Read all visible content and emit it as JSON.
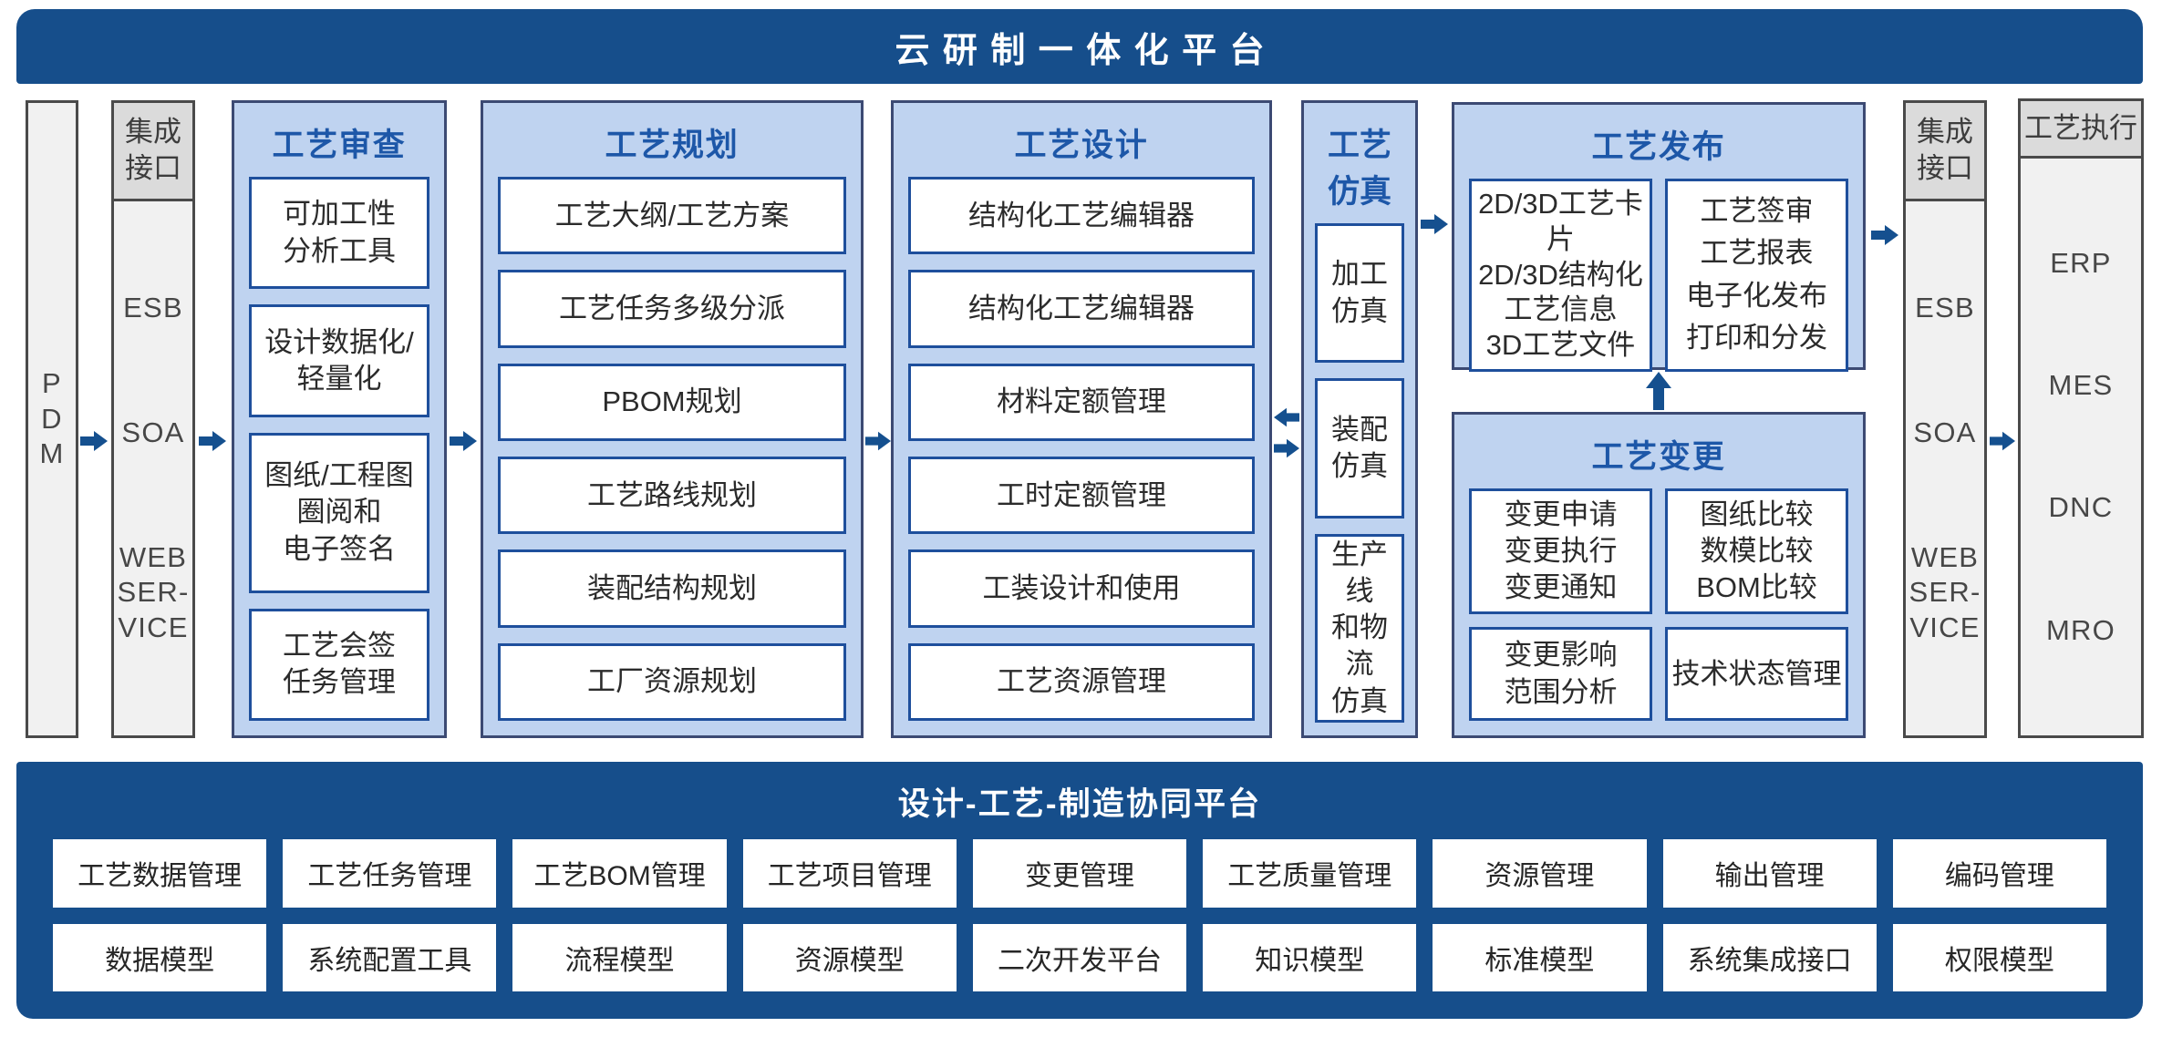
{
  "colors": {
    "banner_blue": "#164E8B",
    "panel_fill_blue": "#BFD3F0",
    "panel_border_navy": "#3C4A73",
    "box_border_blue": "#1E4F9C",
    "header_text_blue": "#1D57A8",
    "arrow_blue": "#15508F",
    "gray_fill": "#F1F1F1",
    "gray_header": "#DBDBDB"
  },
  "banner": {
    "title": "云研制一体化平台"
  },
  "pdm": {
    "label": "P\nD\nM"
  },
  "integration_left": {
    "header": "集成\n接口",
    "items": [
      "ESB",
      "SOA",
      "WEB\nSER-\nVICE"
    ]
  },
  "review": {
    "header": "工艺审查",
    "boxes": [
      "可加工性\n分析工具",
      "设计数据化/\n轻量化",
      "图纸/工程图\n圈阅和\n电子签名",
      "工艺会签\n任务管理"
    ]
  },
  "planning": {
    "header": "工艺规划",
    "boxes": [
      "工艺大纲/工艺方案",
      "工艺任务多级分派",
      "PBOM规划",
      "工艺路线规划",
      "装配结构规划",
      "工厂资源规划"
    ]
  },
  "design": {
    "header": "工艺设计",
    "boxes": [
      "结构化工艺编辑器",
      "结构化工艺编辑器",
      "材料定额管理",
      "工时定额管理",
      "工装设计和使用",
      "工艺资源管理"
    ]
  },
  "simulation": {
    "header": "工艺仿真",
    "boxes": [
      "加工\n仿真",
      "装配\n仿真",
      "生产线\n和物流\n仿真"
    ]
  },
  "publish": {
    "header": "工艺发布",
    "left_box": [
      "2D/3D工艺卡片",
      "2D/3D结构化\n工艺信息",
      "3D工艺文件"
    ],
    "right_box": [
      "工艺签审",
      "工艺报表",
      "电子化发布",
      "打印和分发"
    ]
  },
  "change": {
    "header": "工艺变更",
    "boxes": [
      "变更申请\n变更执行\n变更通知",
      "图纸比较\n数模比较\nBOM比较",
      "变更影响\n范围分析",
      "技术状态管理"
    ]
  },
  "integration_right": {
    "header": "集成\n接口",
    "items": [
      "ESB",
      "SOA",
      "WEB\nSER-\nVICE"
    ]
  },
  "execution": {
    "header": "工艺执行",
    "items": [
      "ERP",
      "MES",
      "DNC",
      "MRO"
    ]
  },
  "bottom_platform": {
    "title": "设计-工艺-制造协同平台",
    "row1": [
      "工艺数据管理",
      "工艺任务管理",
      "工艺BOM管理",
      "工艺项目管理",
      "变更管理",
      "工艺质量管理",
      "资源管理",
      "输出管理",
      "编码管理"
    ],
    "row2": [
      "数据模型",
      "系统配置工具",
      "流程模型",
      "资源模型",
      "二次开发平台",
      "知识模型",
      "标准模型",
      "系统集成接口",
      "权限模型"
    ]
  }
}
